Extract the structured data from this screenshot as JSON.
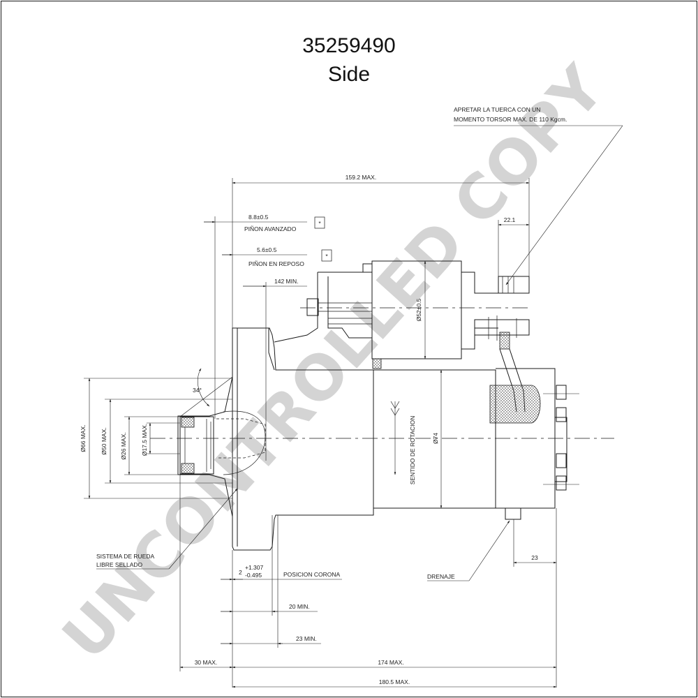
{
  "title": {
    "part_number": "35259490",
    "view": "Side"
  },
  "watermark": "UNCONTROLLED COPY",
  "notes": {
    "nut_torque_line1": "APRETAR LA TUERCA CON UN",
    "nut_torque_line2": "MOMENTO TORSOR MAX. DE 110 Kgcm.",
    "pinion_advanced": "PIÑON AVANZADO",
    "pinion_rest": "PIÑON EN REPOSO",
    "sealed_system_line1": "SISTEMA DE RUEDA",
    "sealed_system_line2": "LIBRE SELLADO",
    "crown_position": "POSICION CORONA",
    "drain": "DRENAJE",
    "rotation_direction": "SENTIDO DE ROTACION",
    "star_symbol": "*"
  },
  "dimensions": {
    "overall_top": "159.2 MAX.",
    "stud_length": "22.1",
    "pinion_advanced": "8.8±0.5",
    "pinion_rest": "5.6±0.5",
    "min_142": "142 MIN.",
    "solenoid_dia": "Ø52±0.5",
    "angle": "34°",
    "dia_66": "Ø66 MAX.",
    "dia_50": "Ø50 MAX.",
    "dia_26": "Ø26 MAX.",
    "dia_175": "Ø17.5 MAX.",
    "motor_dia": "Ø74",
    "drain_offset": "23",
    "crown_base": "2",
    "crown_tol_plus": "+1.307",
    "crown_tol_minus": "-0.495",
    "min_20": "20 MIN.",
    "min_23": "23 MIN.",
    "nose_30": "30 MAX.",
    "body_174": "174 MAX.",
    "overall_1805": "180.5 MAX."
  }
}
